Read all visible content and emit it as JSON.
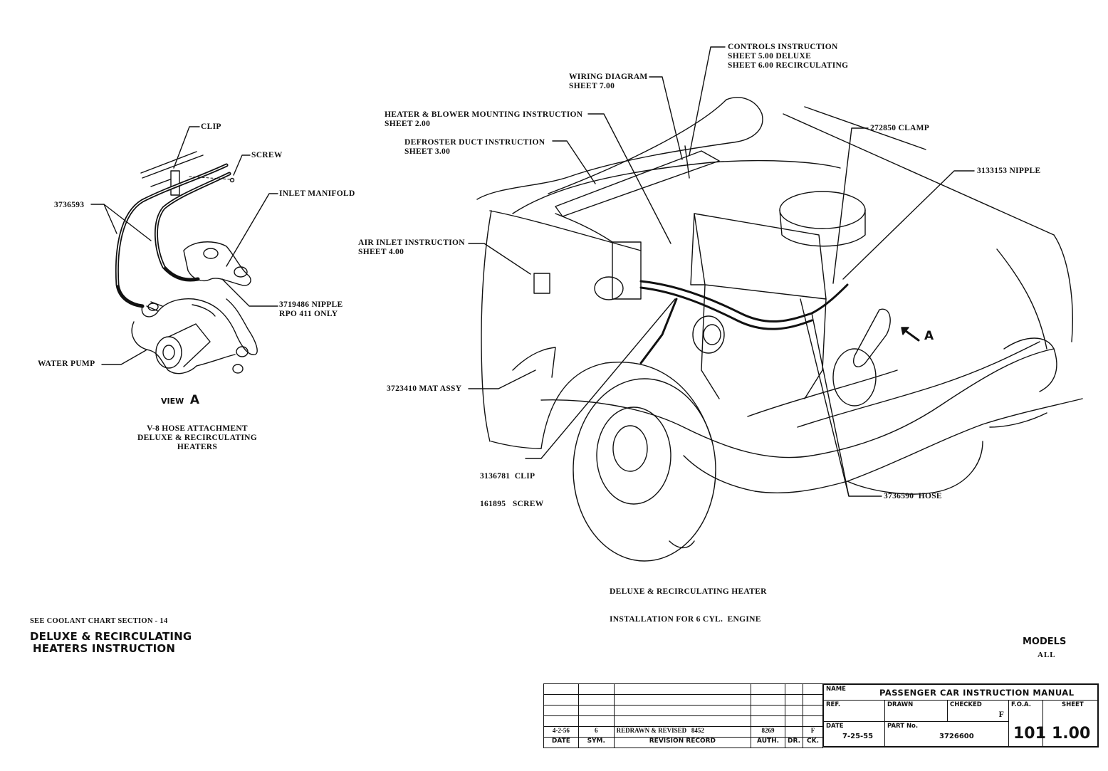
{
  "view_a": {
    "callouts": {
      "clip": "CLIP",
      "screw": "SCREW",
      "inlet_manifold": "INLET MANIFOLD",
      "hose_part": "3736593",
      "nipple_line1": "3719486  NIPPLE",
      "nipple_line2": "RPO 411 ONLY",
      "water_pump": "WATER PUMP"
    },
    "view_prefix": "VIEW",
    "view_letter": "A",
    "caption": [
      "V-8 HOSE ATTACHMENT",
      "DELUXE & RECIRCULATING",
      "HEATERS"
    ]
  },
  "main_view": {
    "callouts": {
      "controls": [
        "CONTROLS INSTRUCTION",
        "SHEET 5.00 DELUXE",
        "SHEET 6.00 RECIRCULATING"
      ],
      "wiring": [
        "WIRING DIAGRAM",
        "SHEET 7.00"
      ],
      "heater_blower": [
        "HEATER & BLOWER MOUNTING INSTRUCTION",
        "SHEET 2.00"
      ],
      "defroster": [
        "DEFROSTER DUCT INSTRUCTION",
        "SHEET 3.00"
      ],
      "clamp": "272850 CLAMP",
      "nipple": "3133153 NIPPLE",
      "air_inlet": [
        "AIR INLET INSTRUCTION",
        "SHEET 4.00"
      ],
      "mat_assy": "3723410 MAT ASSY",
      "clip_screw": [
        "3136781  CLIP",
        "161895   SCREW"
      ],
      "hose": "3736590  HOSE",
      "view_arrow_letter": "A"
    },
    "caption": [
      "DELUXE & RECIRCULATING HEATER",
      "INSTALLATION FOR 6 CYL.  ENGINE"
    ]
  },
  "footer": {
    "coolant_note": "SEE COOLANT CHART SECTION - 14",
    "title_line1": "DELUXE & RECIRCULATING",
    "title_line2": "HEATERS INSTRUCTION",
    "models_label": "MODELS",
    "models_value": "ALL"
  },
  "revision_record": {
    "rows": [
      {
        "date": "",
        "sym": "",
        "record": "",
        "auth": "",
        "dr": "",
        "ck": ""
      },
      {
        "date": "",
        "sym": "",
        "record": "",
        "auth": "",
        "dr": "",
        "ck": ""
      },
      {
        "date": "",
        "sym": "",
        "record": "",
        "auth": "",
        "dr": "",
        "ck": ""
      },
      {
        "date": "",
        "sym": "",
        "record": "",
        "auth": "",
        "dr": "",
        "ck": ""
      },
      {
        "date": "4-2-56",
        "sym": "6",
        "record": "REDRAWN & REVISED   8452",
        "auth": "8269",
        "dr": "",
        "ck": "F"
      }
    ],
    "headers": {
      "date": "DATE",
      "sym": "SYM.",
      "record": "REVISION RECORD",
      "auth": "AUTH.",
      "dr": "DR.",
      "ck": "CK."
    }
  },
  "title_block": {
    "name_label": "NAME",
    "name_value": "PASSENGER CAR INSTRUCTION MANUAL",
    "ref_label": "REF.",
    "drawn_label": "DRAWN",
    "checked_label": "CHECKED",
    "checked_value": "F",
    "foa_label": "F.O.A.",
    "foa_value": "101",
    "sheet_label": "SHEET",
    "sheet_value": "1.00",
    "date_label": "DATE",
    "date_value": "7-25-55",
    "part_label": "PART No.",
    "part_value": "3726600"
  }
}
